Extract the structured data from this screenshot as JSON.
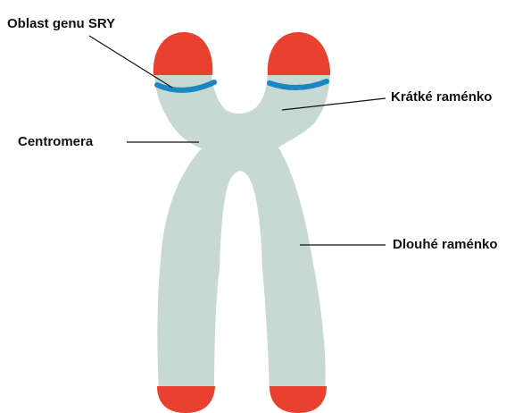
{
  "labels": {
    "sry_region": "Oblast genu SRY",
    "short_arm": "Krátké raménko",
    "centromere": "Centromera",
    "long_arm": "Dlouhé raménko"
  },
  "colors": {
    "chromatid": "#c8d8d2",
    "telomere": "#e8412f",
    "sry_band": "#1a86c4",
    "leader": "#111111"
  }
}
